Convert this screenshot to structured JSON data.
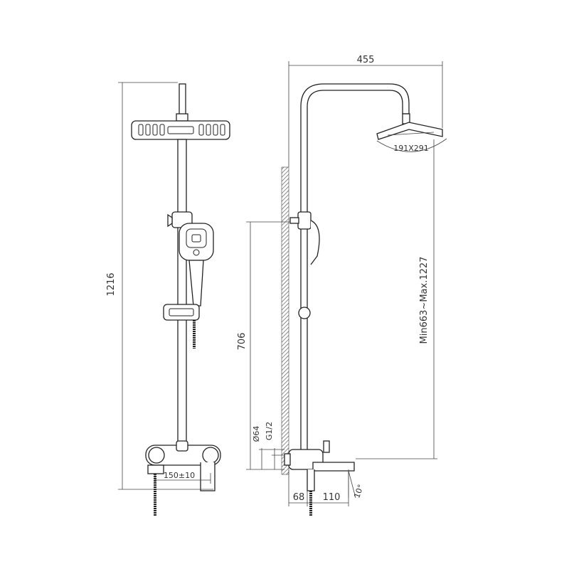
{
  "dimensions": {
    "total_width": "455",
    "total_height": "1216",
    "shower_head_size": "191X291",
    "slide_bar_height": "706",
    "adjustable_range": "Min663~Max.1227",
    "pipe_diameter": "Ø64",
    "thread": "G1/2",
    "wall_offset": "68",
    "spout_length": "110",
    "spout_angle": "10°",
    "center_distance": "150±10"
  },
  "colors": {
    "line": "#222222",
    "wall_hatch": "#444444",
    "background": "#ffffff"
  }
}
